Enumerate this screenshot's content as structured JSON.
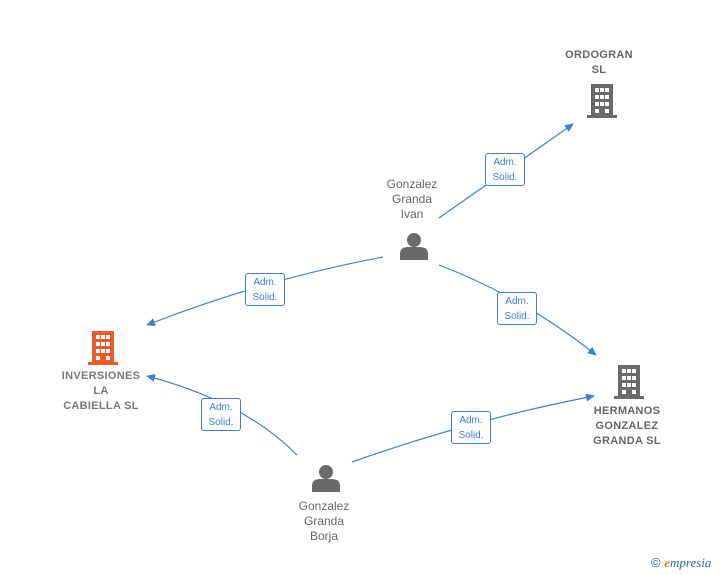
{
  "colors": {
    "edge": "#3a7fd5",
    "company": "#6a6a6a",
    "focus_company": "#f05a28",
    "person": "#6a6a6a"
  },
  "nodes": {
    "ordogran": {
      "label": "ORDOGRAN\nSL",
      "icon": "building-icon"
    },
    "inversiones": {
      "label": "INVERSIONES\nLA\nCABIELLA  SL",
      "icon": "building-icon"
    },
    "hermanos": {
      "label": "HERMANOS\nGONZALEZ\nGRANDA  SL",
      "icon": "building-icon"
    },
    "ivan": {
      "label": "Gonzalez\nGranda\nIvan",
      "icon": "person-icon"
    },
    "borja": {
      "label": "Gonzalez\nGranda\nBorja",
      "icon": "person-icon"
    }
  },
  "edges": [
    {
      "from": "ivan",
      "to": "ordogran",
      "label_line1": "Adm.",
      "label_line2": "Solid."
    },
    {
      "from": "ivan",
      "to": "inversiones",
      "label_line1": "Adm.",
      "label_line2": "Solid."
    },
    {
      "from": "ivan",
      "to": "hermanos",
      "label_line1": "Adm.",
      "label_line2": "Solid."
    },
    {
      "from": "borja",
      "to": "inversiones",
      "label_line1": "Adm.",
      "label_line2": "Solid."
    },
    {
      "from": "borja",
      "to": "hermanos",
      "label_line1": "Adm.",
      "label_line2": "Solid."
    }
  ],
  "footer": {
    "copyright": "©",
    "brand_first": "e",
    "brand_rest": "mpresia"
  }
}
